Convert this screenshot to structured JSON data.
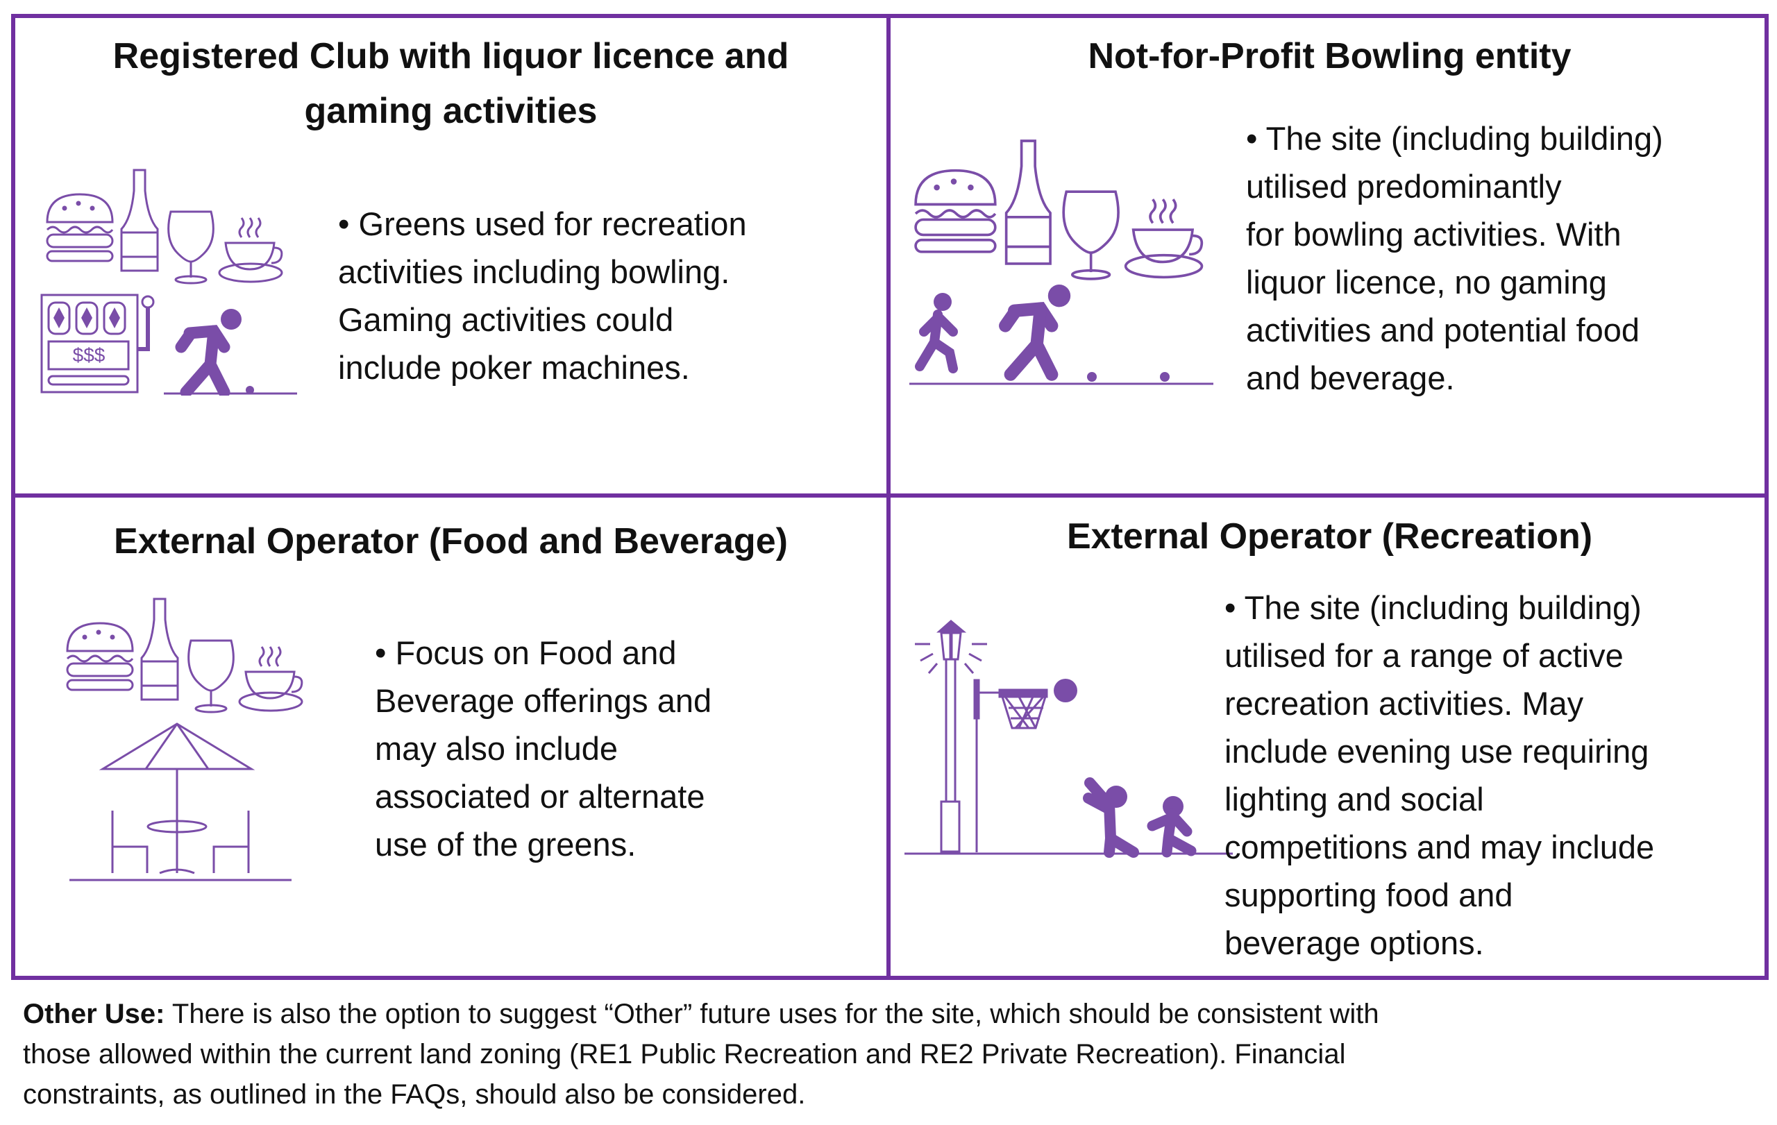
{
  "panels": [
    {
      "title_lines": [
        "Registered Club with liquor licence and",
        "gaming activities"
      ],
      "body_lines": [
        "• Greens used for recreation",
        "activities including bowling.",
        "Gaming activities could",
        "include poker machines."
      ],
      "icons": [
        "burger-icon",
        "bottle-icon",
        "wine-glass-icon",
        "coffee-cup-icon",
        "slot-machine-icon",
        "lawn-bowler-icon"
      ],
      "slot_text": "$$$"
    },
    {
      "title_lines": [
        "Not-for-Profit Bowling entity"
      ],
      "body_lines": [
        "• The site (including building)",
        "utilised predominantly",
        "for bowling activities. With",
        "liquor licence, no gaming",
        "activities and potential food",
        "and beverage."
      ],
      "icons": [
        "burger-icon",
        "bottle-icon",
        "wine-glass-icon",
        "coffee-cup-icon",
        "walking-person-icon",
        "lawn-bowler-icon"
      ]
    },
    {
      "title_lines": [
        "External Operator (Food and Beverage)"
      ],
      "body_lines": [
        "• Focus on Food and",
        "Beverage offerings and",
        "may also include",
        "associated or alternate",
        "use of the greens."
      ],
      "icons": [
        "burger-icon",
        "bottle-icon",
        "wine-glass-icon",
        "coffee-cup-icon",
        "umbrella-table-icon"
      ]
    },
    {
      "title_lines": [
        "External Operator (Recreation)"
      ],
      "body_lines": [
        "• The site (including building)",
        "utilised for a range of active",
        "recreation activities. May",
        "include evening use requiring",
        "lighting and social",
        "competitions and may include",
        "supporting food and",
        "beverage options."
      ],
      "icons": [
        "street-lamp-icon",
        "basketball-hoop-icon",
        "basketball-players-icon"
      ]
    }
  ],
  "footer": {
    "label": "Other Use:",
    "lines": [
      " There is also the option to suggest “Other” future uses for the site, which should be consistent with",
      "those allowed within the current land zoning (RE1 Public Recreation and RE2 Private Recreation). Financial",
      "constraints, as outlined in the FAQs, should also be considered."
    ]
  },
  "colors": {
    "accent": "#7030A0",
    "icon": "#7A4DA8",
    "text": "#111111"
  }
}
